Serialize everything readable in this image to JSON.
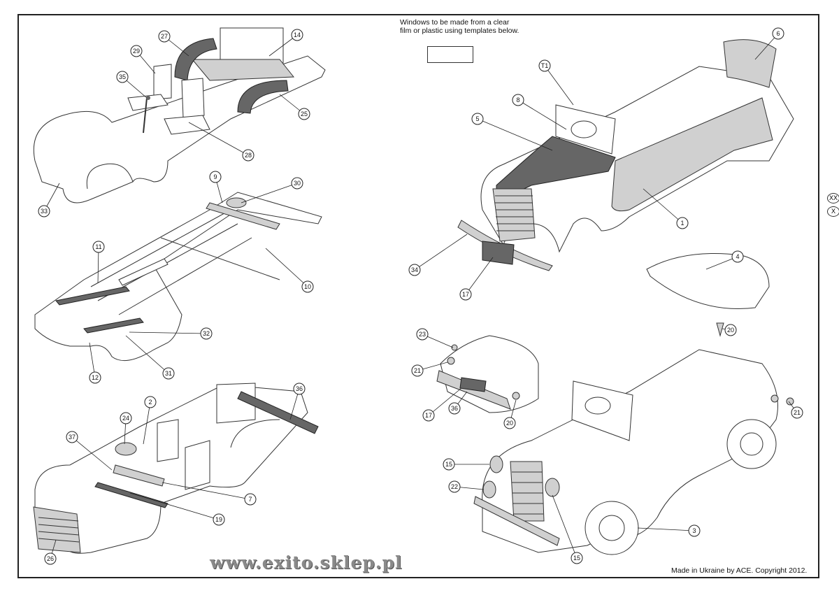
{
  "note": {
    "line1": "Windows to be made from a clear",
    "line2": "film or plastic using templates below."
  },
  "copyright": "Made in Ukraine by ACE. Copyright 2012.",
  "watermark": "www.exito.sklep.pl",
  "legend": [
    "XX",
    "X"
  ],
  "callouts": {
    "seats_chassis": [
      "27",
      "14",
      "29",
      "35",
      "25",
      "28",
      "33"
    ],
    "frame": [
      "9",
      "30",
      "11",
      "10",
      "32",
      "12",
      "31"
    ],
    "interior": [
      "2",
      "36",
      "24",
      "37",
      "7",
      "19",
      "26"
    ],
    "body_front": [
      "6",
      "T1",
      "8",
      "5",
      "1",
      "34",
      "17",
      "4",
      "20"
    ],
    "finished": [
      "23",
      "21",
      "17",
      "36",
      "20",
      "21",
      "15",
      "22",
      "15",
      "3"
    ]
  },
  "colors": {
    "light_part": "#d0d0d0",
    "dark_part": "#666666",
    "line": "#333333"
  }
}
